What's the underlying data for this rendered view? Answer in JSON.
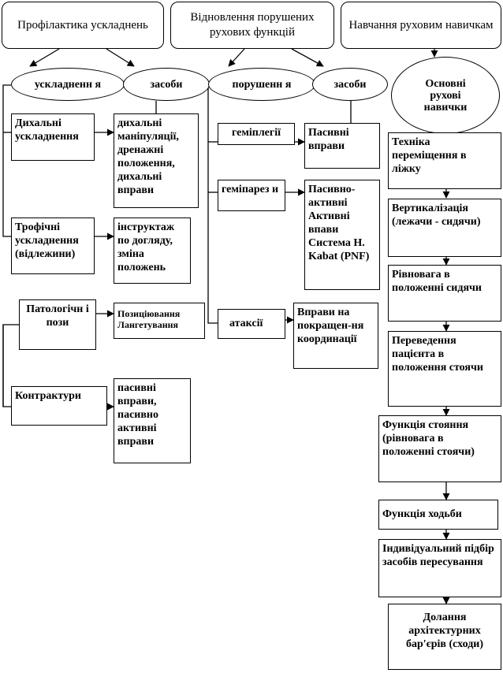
{
  "headers": {
    "prevention": "Профілактика ускладнень",
    "restoration": "Відновлення порушених рухових функцій",
    "training": "Навчання руховим навичкам"
  },
  "ellipses": {
    "complications": "ускладненн я",
    "means1": "засоби",
    "disorders": "порушенн я",
    "means2": "засоби",
    "basic_skills": "Основні рухові навички"
  },
  "complications": [
    {
      "name": "Дихальні ускладнення",
      "means": "дихальні маніпуляції, дренажні положення, дихальні вправи"
    },
    {
      "name": "Трофічні ускладнення (відлежини)",
      "means": "інструктаж по догляду, зміна положень"
    },
    {
      "name": "Патологічн і пози",
      "means": "Позиціювання Лангетування"
    },
    {
      "name": "Контрактури",
      "means": "пасивні вправи, пасивно активні вправи"
    }
  ],
  "disorders": [
    {
      "name": "геміплегії",
      "means": "Пасивні вправи"
    },
    {
      "name": "геміпарез и",
      "means": "Пасивно-активні Активні впави Система Н. Kabat (PNF)"
    },
    {
      "name": "атаксії",
      "means": "Вправи на покращен-ня координації"
    }
  ],
  "skills": [
    "Техніка переміщення в ліжку",
    "Вертикалізація (лежачи - сидячи)",
    "Рівновага в положенні сидячи",
    "Переведення пацієнта в положення стоячи",
    "Функція стояння (рівновага в положенні стоячи)",
    "Функція ходьби",
    "Індивідуальний підбір засобів пересування",
    "Долання архітектурних бар'єрів (сходи)"
  ]
}
